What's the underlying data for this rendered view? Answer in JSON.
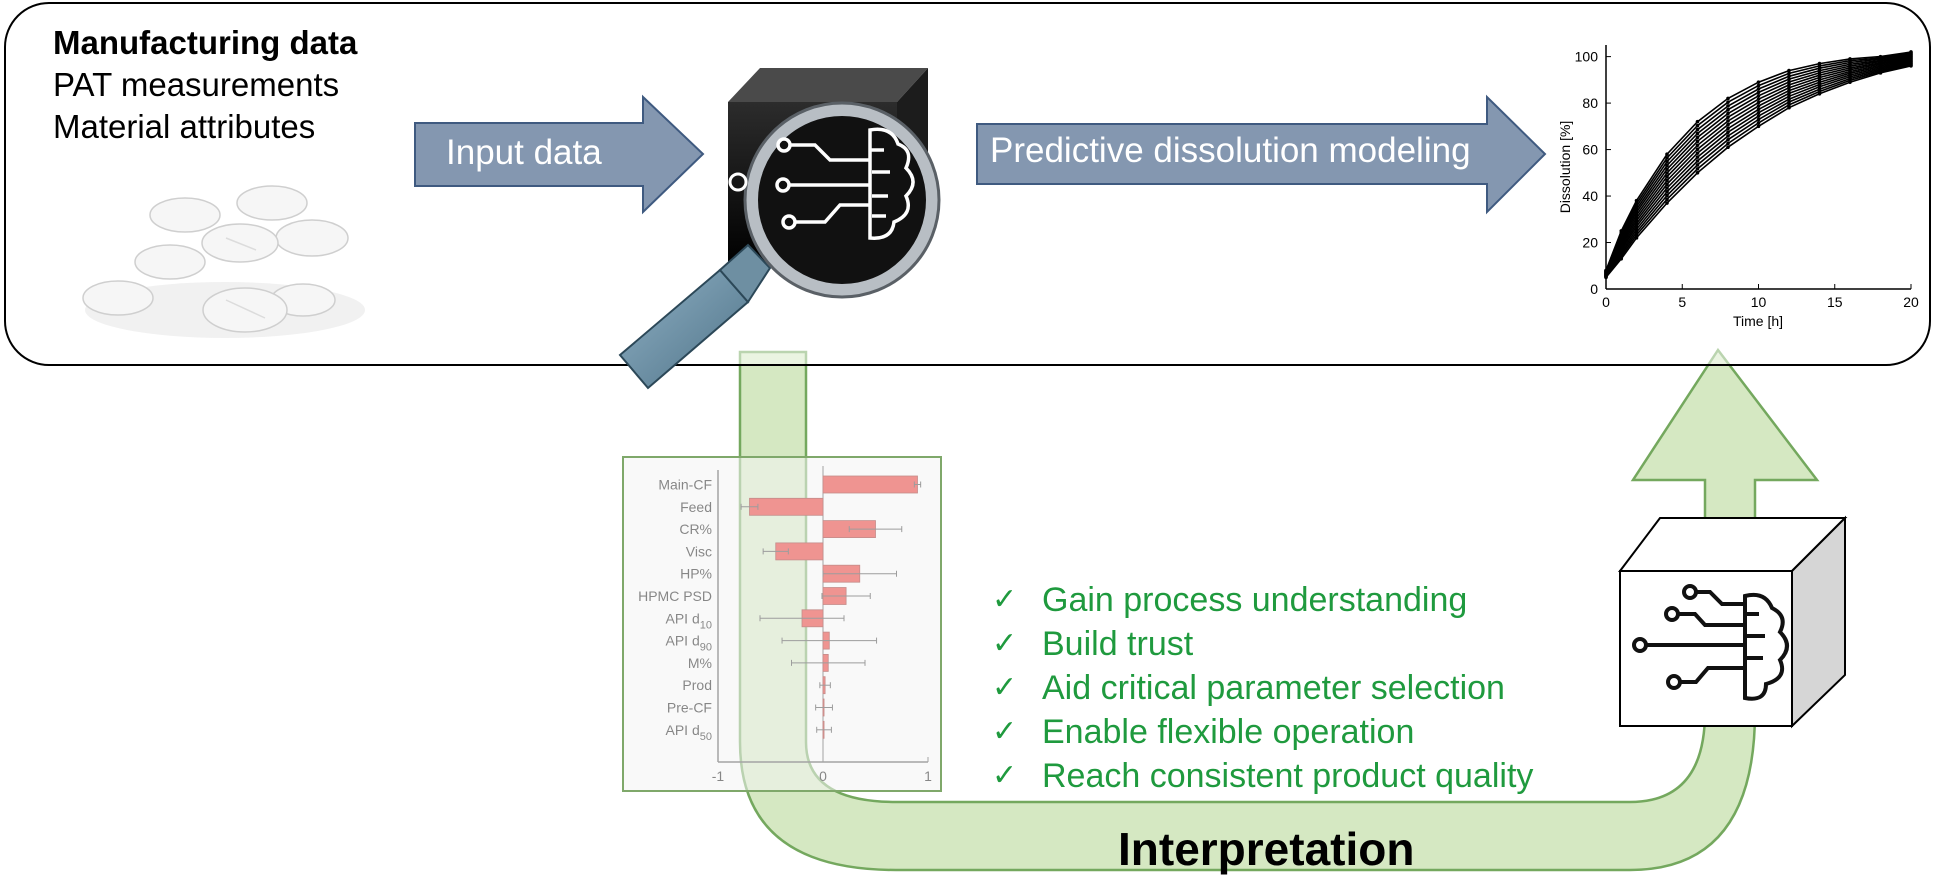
{
  "inputs": {
    "title": "Manufacturing data",
    "line1": "PAT measurements",
    "line2": "Material attributes"
  },
  "arrows": {
    "input": "Input data",
    "predict": "Predictive dissolution modeling"
  },
  "benefits": [
    "Gain process understanding",
    "Build trust",
    "Aid critical parameter selection",
    "Enable flexible operation",
    "Reach consistent product quality"
  ],
  "interpretation": "Interpretation",
  "colors": {
    "arrow_fill": "#8497b0",
    "green_arrow": "#d5e8c2",
    "green_text": "#1f9a3e",
    "bar_red": "#e8201a"
  },
  "chart_data": [
    {
      "type": "line",
      "xlabel": "Time [h]",
      "ylabel": "Dissolution [%]",
      "xlim": [
        0,
        20
      ],
      "ylim": [
        0,
        105
      ],
      "x_ticks": [
        "0",
        "5",
        "10",
        "15",
        "20"
      ],
      "y_ticks": [
        "0",
        "20",
        "40",
        "60",
        "80",
        "100"
      ],
      "series_envelope": {
        "x": [
          0,
          1,
          2,
          4,
          6,
          8,
          10,
          12,
          14,
          16,
          18,
          20
        ],
        "low": [
          5,
          13,
          22,
          37,
          50,
          61,
          70,
          78,
          84,
          89,
          93,
          96
        ],
        "high": [
          8,
          25,
          38,
          58,
          72,
          82,
          89,
          94,
          97,
          99,
          100,
          102
        ]
      }
    },
    {
      "type": "bar",
      "orientation": "horizontal",
      "categories": [
        "Main-CF",
        "Feed",
        "CR%",
        "Visc",
        "HP%",
        "HPMC PSD",
        "API d10",
        "API d90",
        "M%",
        "Prod",
        "Pre-CF",
        "API d50"
      ],
      "values": [
        0.9,
        -0.7,
        0.5,
        -0.45,
        0.35,
        0.22,
        -0.2,
        0.06,
        0.05,
        0.02,
        0.01,
        0.01
      ],
      "error": [
        0.03,
        0.08,
        0.25,
        0.12,
        0.35,
        0.23,
        0.4,
        0.45,
        0.35,
        0.05,
        0.08,
        0.07
      ],
      "xlim": [
        -1,
        1
      ],
      "x_ticks": [
        "-1",
        "0",
        "1"
      ]
    }
  ]
}
